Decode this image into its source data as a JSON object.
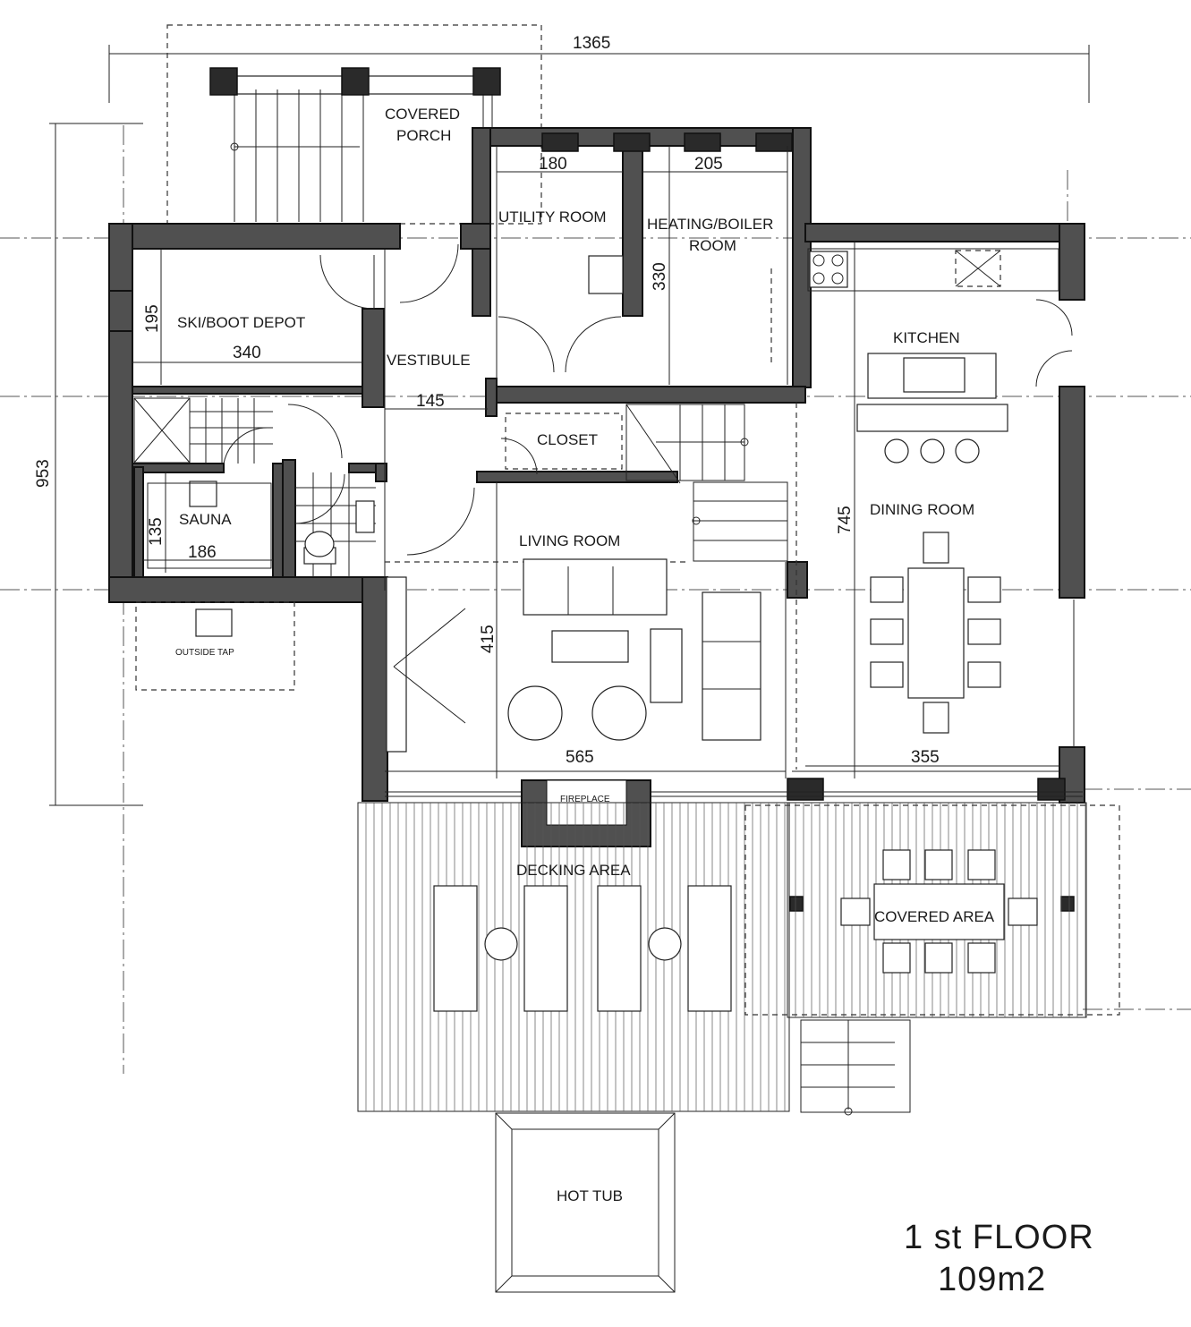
{
  "colors": {
    "wall": "#505050",
    "wall_outline": "#111111",
    "line": "#222222",
    "background": "#ffffff"
  },
  "title": {
    "floor": "1 st FLOOR",
    "area": "109m2"
  },
  "rooms": {
    "covered_porch_1": "COVERED",
    "covered_porch_2": "PORCH",
    "utility": "UTILITY ROOM",
    "heating_1": "HEATING/BOILER",
    "heating_2": "ROOM",
    "ski_boot": "SKI/BOOT DEPOT",
    "vestibule": "VESTIBULE",
    "kitchen": "KITCHEN",
    "closet": "CLOSET",
    "sauna": "SAUNA",
    "dining": "DINING ROOM",
    "living": "LIVING ROOM",
    "outside_tap": "OUTSIDE TAP",
    "fireplace": "FIREPLACE",
    "decking": "DECKING AREA",
    "covered_area": "COVERED AREA",
    "hot_tub": "HOT TUB"
  },
  "dimensions": {
    "overall_width": "1365",
    "overall_depth": "953",
    "utility_width": "180",
    "heating_width": "205",
    "heating_depth": "330",
    "ski_depth": "195",
    "ski_width": "340",
    "vestibule_width": "145",
    "sauna_depth": "135",
    "sauna_width": "186",
    "dining_depth": "745",
    "living_depth": "415",
    "living_width": "565",
    "dining_width": "355"
  }
}
